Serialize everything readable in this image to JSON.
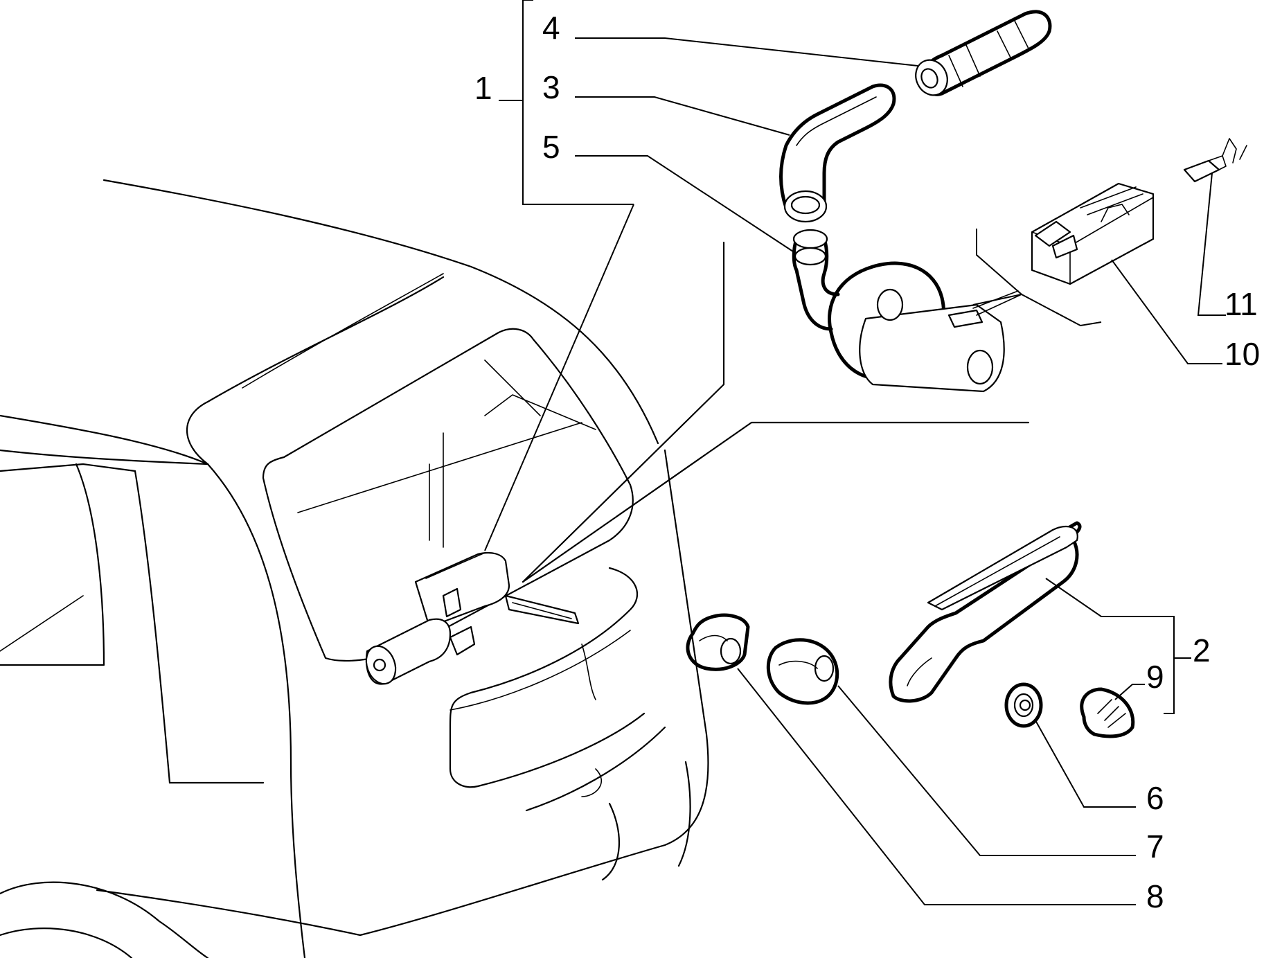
{
  "diagram": {
    "callouts": {
      "c1": "1",
      "c2": "2",
      "c3": "3",
      "c4": "4",
      "c5": "5",
      "c6": "6",
      "c7": "7",
      "c8": "8",
      "c9": "9",
      "c10": "10",
      "c11": "11"
    },
    "stroke_color": "#000000",
    "background_color": "#ffffff"
  }
}
